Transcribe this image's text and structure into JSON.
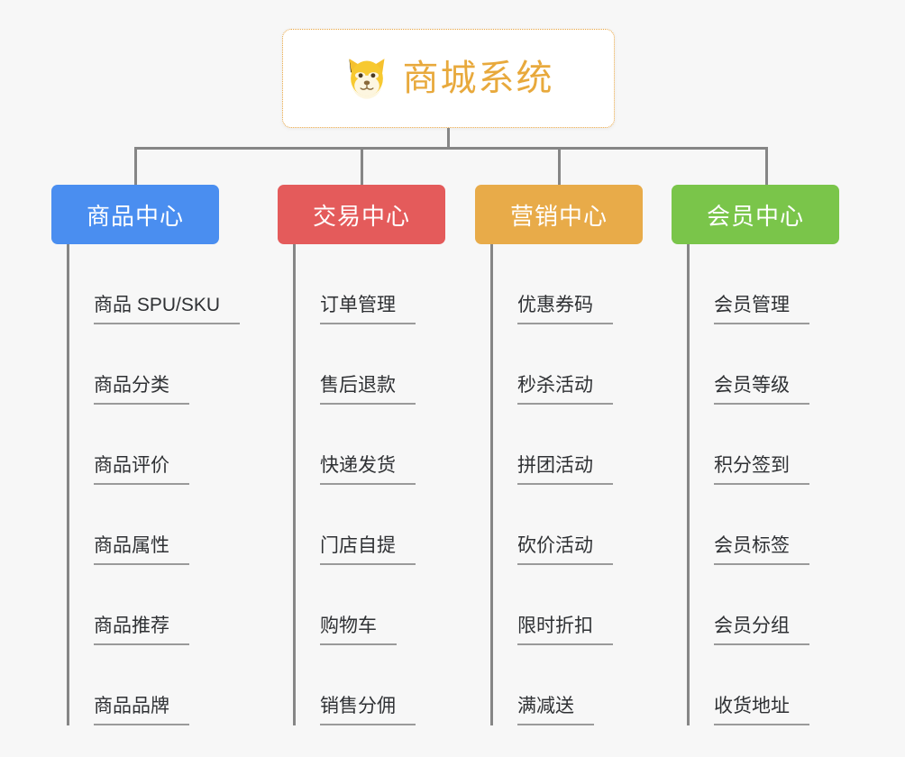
{
  "root": {
    "title": "商城系统",
    "icon": "shiba-dog-face-icon",
    "accent_color": "#e8a93c",
    "border_color": "#e8a33d",
    "background": "#ffffff"
  },
  "canvas": {
    "background_color": "#f7f7f7",
    "connector_color": "#868686"
  },
  "columns": [
    {
      "header": "商品中心",
      "color": "#4a8ef0",
      "items": [
        "商品 SPU/SKU",
        "商品分类",
        "商品评价",
        "商品属性",
        "商品推荐",
        "商品品牌"
      ]
    },
    {
      "header": "交易中心",
      "color": "#e45b5b",
      "items": [
        "订单管理",
        "售后退款",
        "快递发货",
        "门店自提",
        "购物车",
        "销售分佣"
      ]
    },
    {
      "header": "营销中心",
      "color": "#e8ab49",
      "items": [
        "优惠券码",
        "秒杀活动",
        "拼团活动",
        "砍价活动",
        "限时折扣",
        "满减送"
      ]
    },
    {
      "header": "会员中心",
      "color": "#7ac54a",
      "items": [
        "会员管理",
        "会员等级",
        "积分签到",
        "会员标签",
        "会员分组",
        "收货地址"
      ]
    }
  ]
}
